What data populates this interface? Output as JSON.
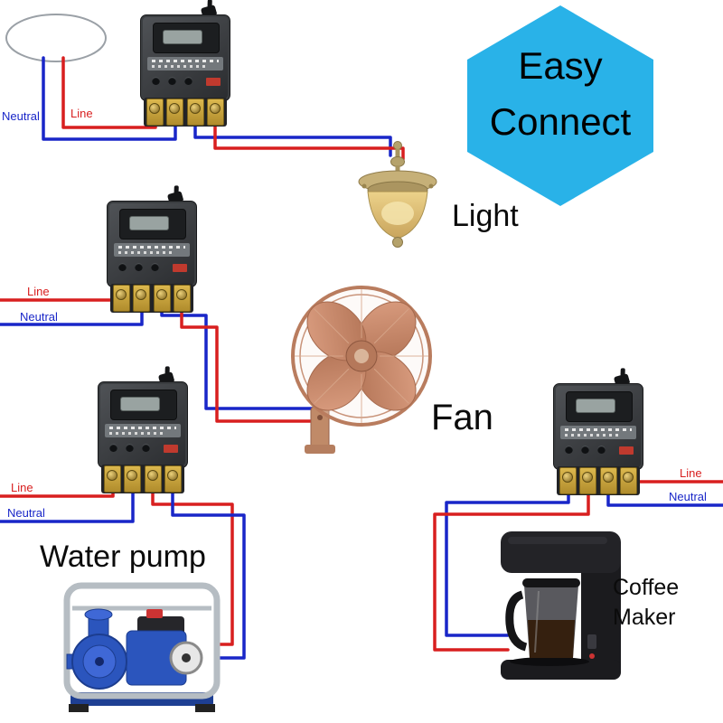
{
  "badge": {
    "line1": "Easy",
    "line2": "Connect",
    "bg_color": "#29b2e8",
    "text_color": "#000000"
  },
  "appliances": {
    "light": {
      "label": "Light"
    },
    "fan": {
      "label": "Fan"
    },
    "water_pump": {
      "label": "Water pump"
    },
    "coffee_maker": {
      "label": "Coffee Maker"
    }
  },
  "wiring": {
    "line_color": "#d81f1f",
    "neutral_color": "#1926c8",
    "circuits": [
      {
        "device": "light",
        "line_label": "Line",
        "neutral_label": "Neutral"
      },
      {
        "device": "fan",
        "line_label": "Line",
        "neutral_label": "Neutral"
      },
      {
        "device": "water_pump",
        "line_label": "Line",
        "neutral_label": "Neutral"
      },
      {
        "device": "coffee_maker",
        "line_label": "Line",
        "neutral_label": "Neutral"
      }
    ]
  }
}
